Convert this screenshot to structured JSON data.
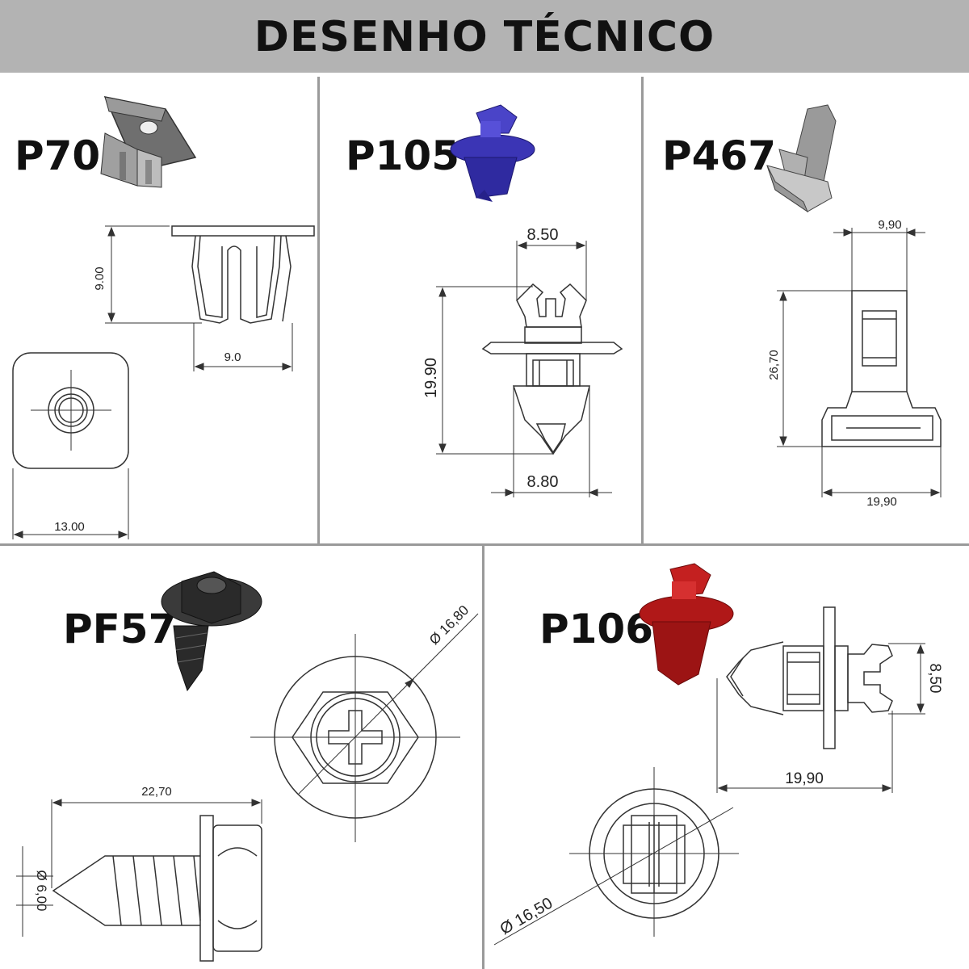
{
  "header": {
    "title": "DESENHO TÉCNICO"
  },
  "parts": [
    {
      "code": "P70",
      "color": "#8a8a8a",
      "dims": [
        "9.00",
        "9.0",
        "13.00"
      ]
    },
    {
      "code": "P105",
      "color": "#3b35b5",
      "dims": [
        "8.50",
        "19.90",
        "8.80"
      ]
    },
    {
      "code": "P467",
      "color": "#8a8a8a",
      "dims": [
        "9,90",
        "26,70",
        "19,90"
      ]
    },
    {
      "code": "PF57",
      "color": "#2a2a2a",
      "dims": [
        "Ø 16,80",
        "22,70",
        "Ø 6,00"
      ]
    },
    {
      "code": "P106",
      "color": "#b01818",
      "dims": [
        "8,50",
        "19,90",
        "Ø 16,50"
      ]
    }
  ]
}
